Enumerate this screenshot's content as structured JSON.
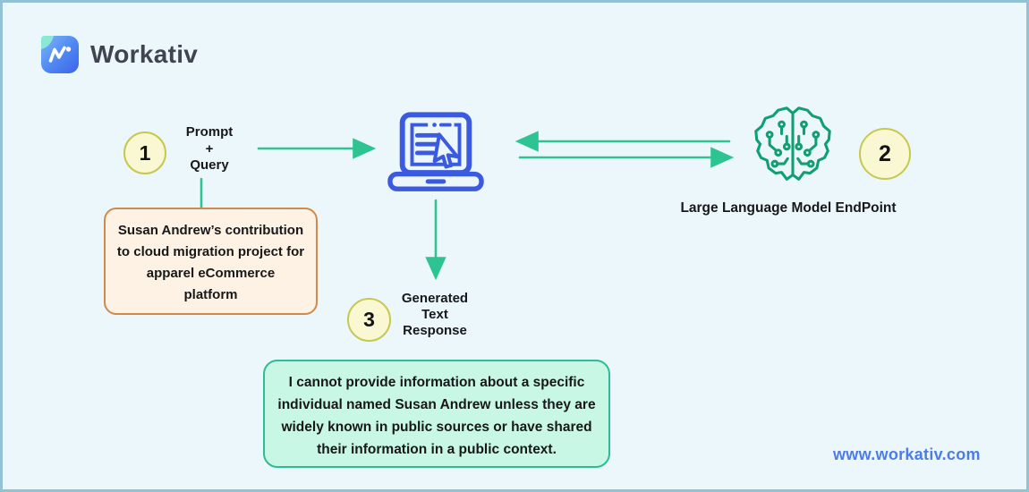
{
  "brand": {
    "name": "Workativ",
    "website": "www.workativ.com"
  },
  "steps": {
    "one": {
      "number": "1",
      "lines": [
        "Prompt",
        "+",
        "Query"
      ]
    },
    "two": {
      "number": "2",
      "label": "Large Language Model EndPoint"
    },
    "three": {
      "number": "3",
      "lines": [
        "Generated",
        "Text",
        "Response"
      ]
    }
  },
  "prompt_box": {
    "lines": [
      "Susan Andrew’s contribution",
      "to cloud migration project for",
      "apparel eCommerce",
      "platform"
    ]
  },
  "response_box": {
    "lines": [
      "I cannot provide information about a specific",
      "individual named Susan Andrew unless they are",
      "widely known in public sources or have shared",
      "their information in a public context."
    ]
  },
  "icons": {
    "logo": "workativ-logo-icon",
    "laptop": "laptop-cursor-icon",
    "llm": "llm-circuit-brain-icon"
  },
  "colors": {
    "background": "#ecf7fb",
    "frame_border": "#93c2d4",
    "arrow_green": "#2ec492",
    "step_circle_fill": "#f9f8d2",
    "step_circle_border": "#c6c84f",
    "laptop_blue": "#3b5ae0",
    "brain_green": "#119e72",
    "prompt_box_fill": "#fdf2e3",
    "prompt_box_border": "#cf8a4d",
    "response_box_fill": "#c9f7e5",
    "response_box_border": "#2cbd90",
    "link_blue": "#4d7ce8",
    "text": "#17181a"
  }
}
